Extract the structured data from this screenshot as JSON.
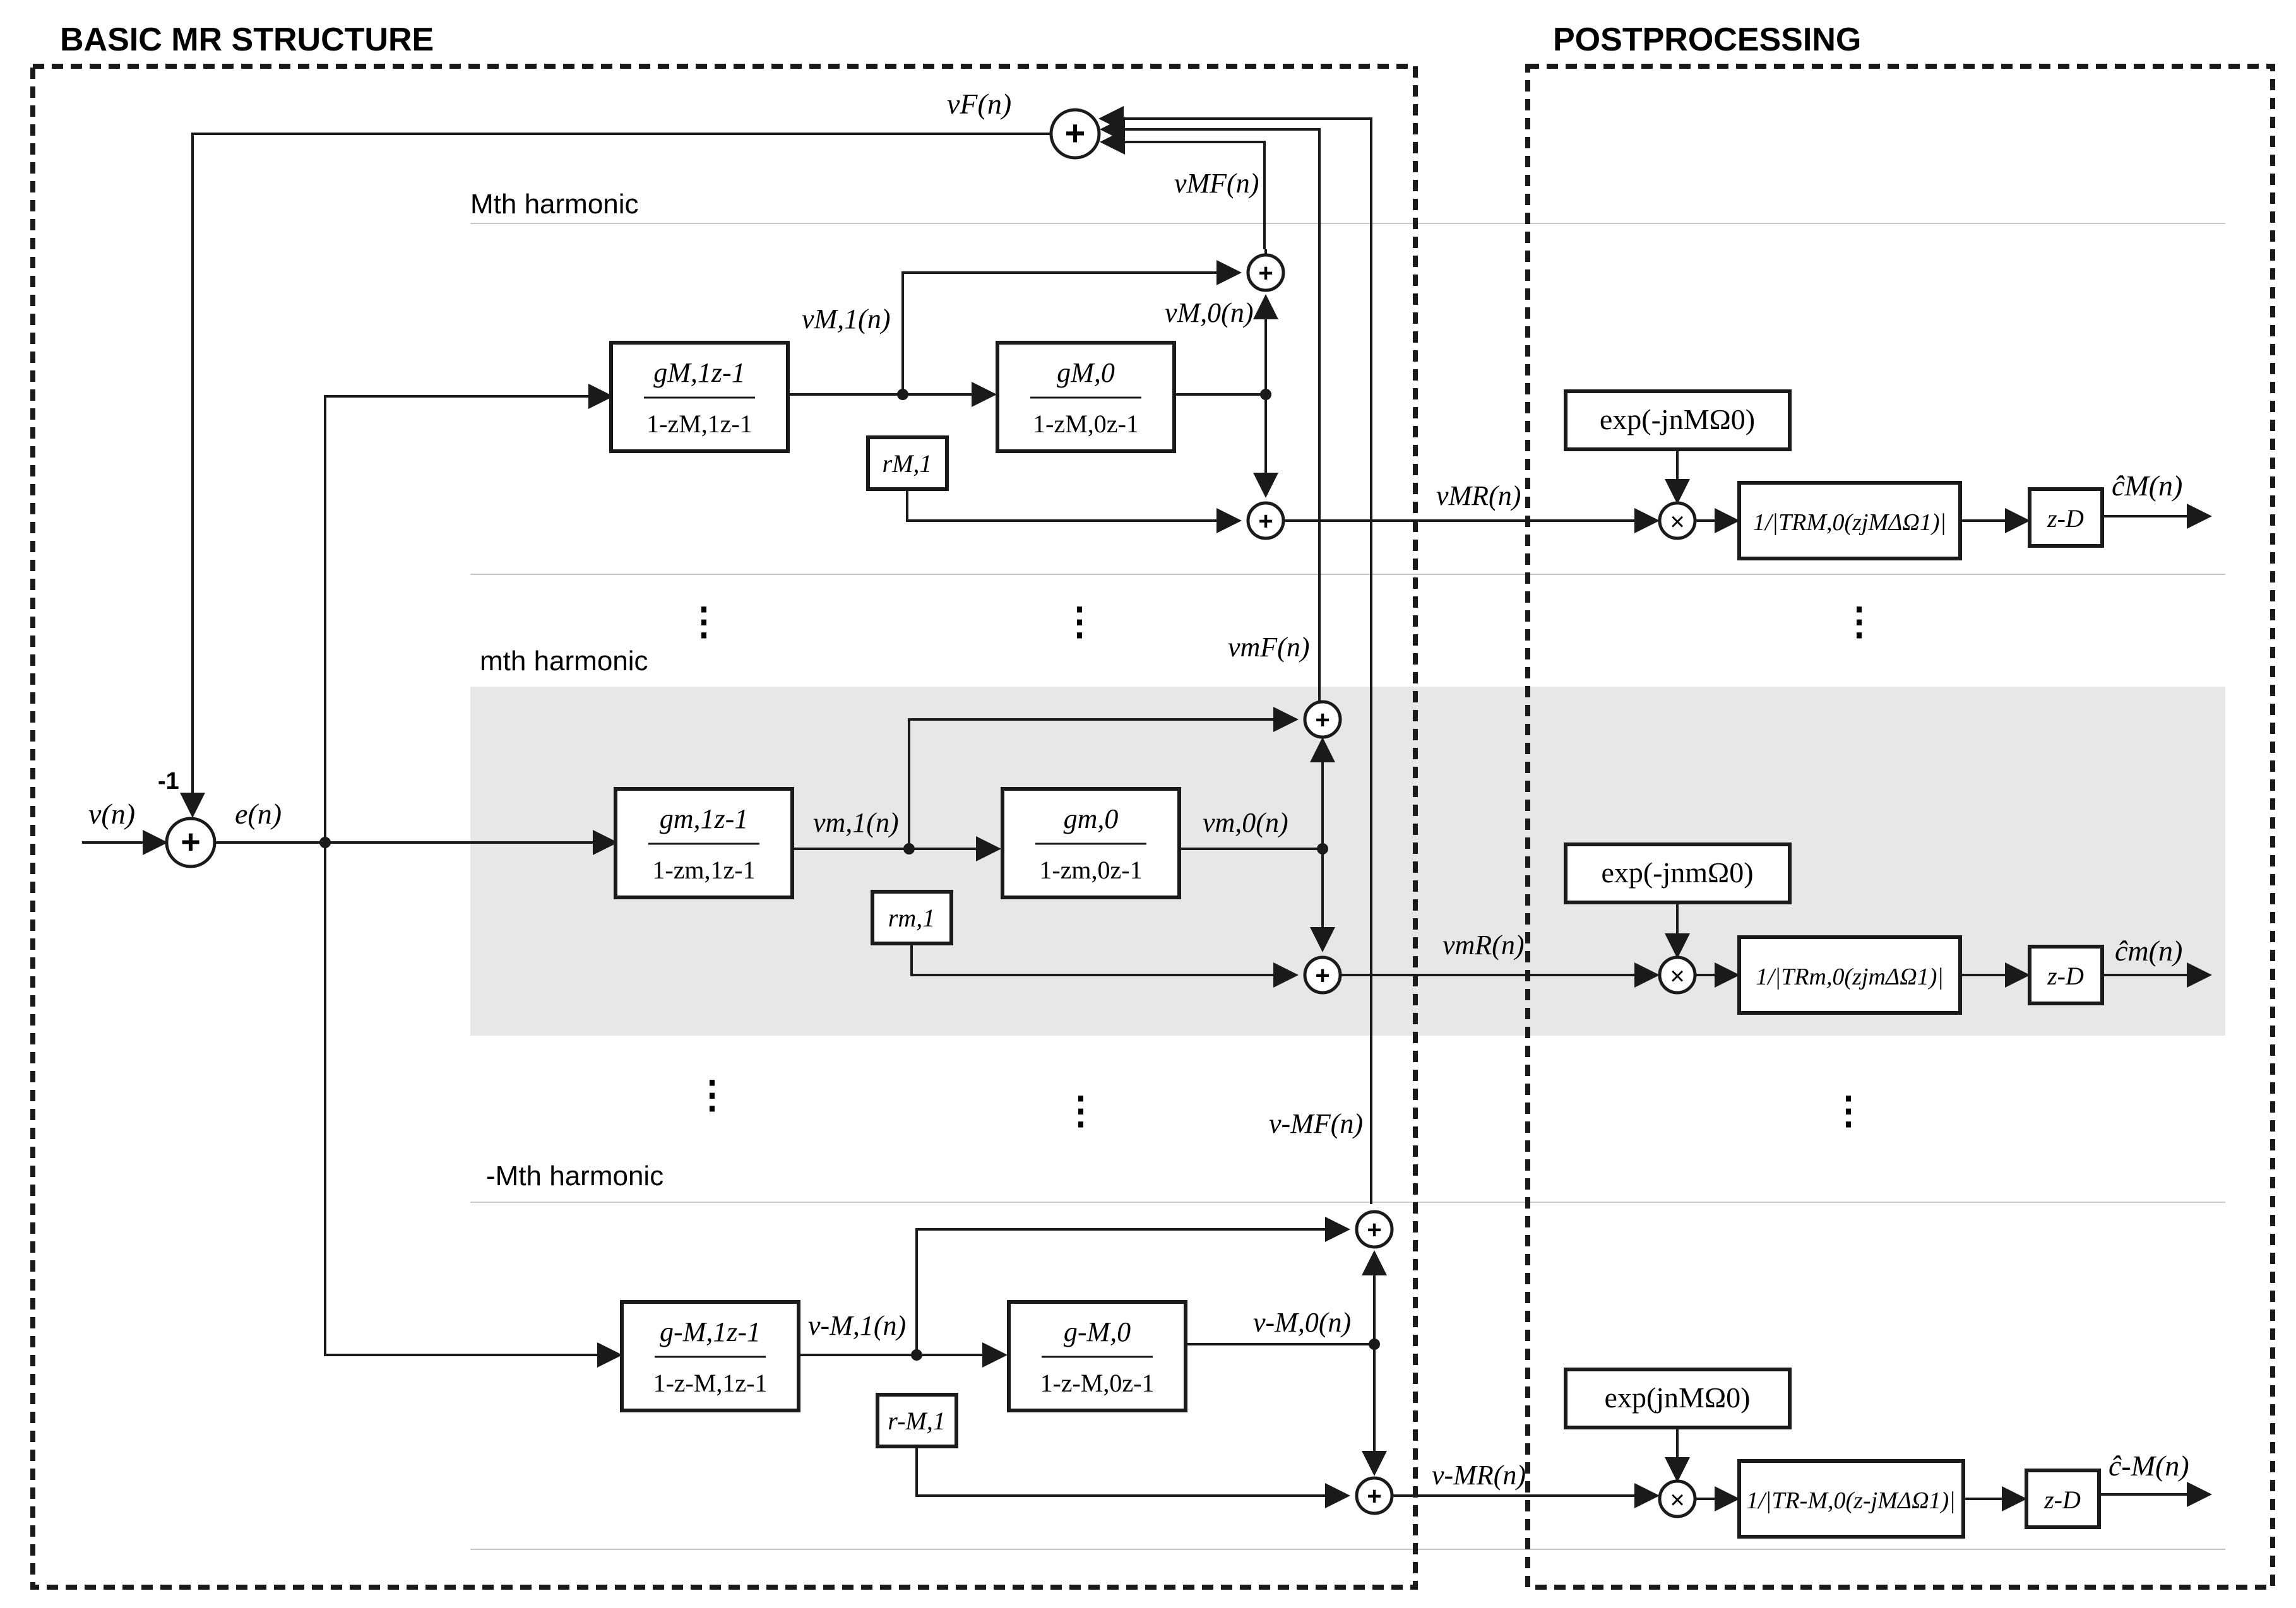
{
  "headers": {
    "left": "BASIC MR STRUCTURE",
    "right": "POSTPROCESSING"
  },
  "harmonics": {
    "top": "Mth harmonic",
    "middle": "mth harmonic",
    "bottom": "-Mth harmonic"
  },
  "signals": {
    "input": "v(n)",
    "error": "e(n)",
    "minus_one": "-1",
    "vF": "vF(n)",
    "vMF": "vMF(n)",
    "vmF": "vmF(n)",
    "vnMF": "v-MF(n)",
    "vM1": "vM,1(n)",
    "vM0": "vM,0(n)",
    "vm1": "vm,1(n)",
    "vm0": "vm,0(n)",
    "vnM1": "v-M,1(n)",
    "vnM0": "v-M,0(n)",
    "vMR": "vMR(n)",
    "vmR": "vmR(n)",
    "vnMR": "v-MR(n)"
  },
  "blocks": {
    "gM1_num": "gM,1z-1",
    "gM1_den": "1-zM,1z-1",
    "gM0_num": "gM,0",
    "gM0_den": "1-zM,0z-1",
    "gm1_num": "gm,1z-1",
    "gm1_den": "1-zm,1z-1",
    "gm0_num": "gm,0",
    "gm0_den": "1-zm,0z-1",
    "gnM1_num": "g-M,1z-1",
    "gnM1_den": "1-z-M,1z-1",
    "gnM0_num": "g-M,0",
    "gnM0_den": "1-z-M,0z-1",
    "rM1": "rM,1",
    "rm1": "rm,1",
    "rnM1": "r-M,1"
  },
  "post": {
    "expM": "exp(-jnMΩ0)",
    "expm": "exp(-jnmΩ0)",
    "expnM": "exp(jnMΩ0)",
    "TM": "1/|TRM,0(zjMΔΩ1)|",
    "Tm": "1/|TRm,0(zjmΔΩ1)|",
    "TnM": "1/|TR-M,0(z-jMΔΩ1)|",
    "delay": "z-D",
    "cM": "ĉM(n)",
    "cm": "ĉm(n)",
    "cnM": "ĉ-M(n)",
    "mult": "×"
  },
  "colors": {
    "ink": "#1a1a1a",
    "band": "#e6e7e8",
    "rule": "#c8c8c8"
  }
}
